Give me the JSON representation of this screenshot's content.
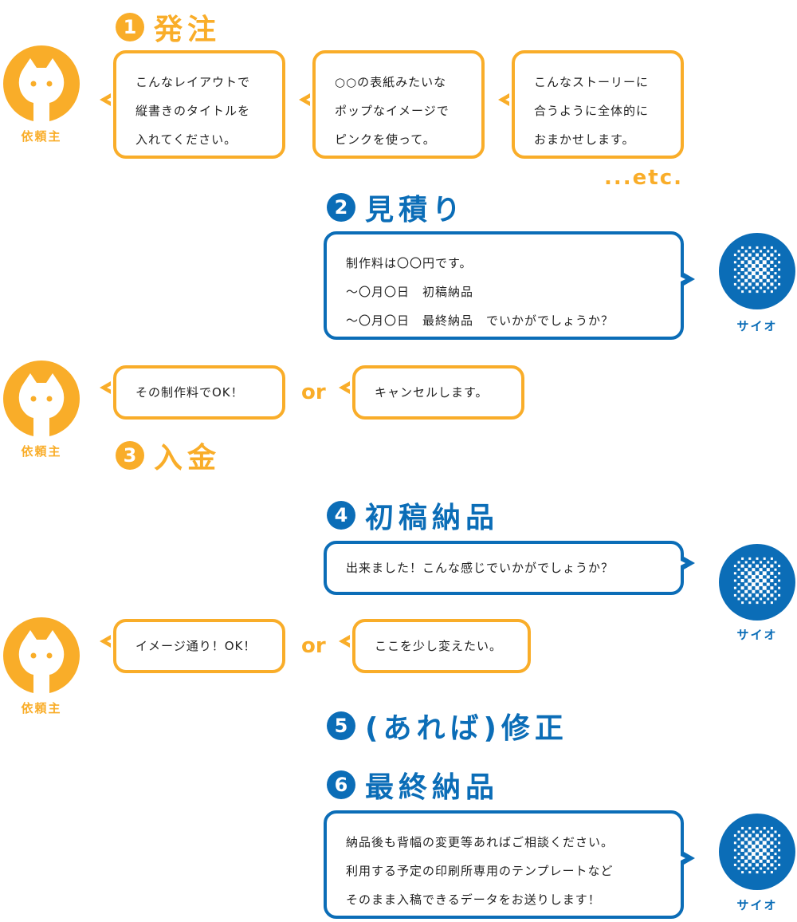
{
  "colors": {
    "client": "#f9ad29",
    "creator": "#0b6db7"
  },
  "labels": {
    "client": "依頼主",
    "creator": "サイオ",
    "or": "or",
    "etc": "...etc."
  },
  "steps": [
    {
      "num": "1",
      "title": "発注"
    },
    {
      "num": "2",
      "title": "見積り"
    },
    {
      "num": "3",
      "title": "入金"
    },
    {
      "num": "4",
      "title": "初稿納品"
    },
    {
      "num": "5",
      "title": "(あれば)修正"
    },
    {
      "num": "6",
      "title": "最終納品"
    }
  ],
  "order_bubbles": [
    "こんなレイアウトで\n縦書きのタイトルを\n入れてください。",
    "○○の表紙みたいな\nポップなイメージで\nピンクを使って。",
    "こんなストーリーに\n合うように全体的に\nおまかせします。"
  ],
  "estimate_bubble": "制作料は〇〇円です。\n～〇月〇日　初稿納品\n～〇月〇日　最終納品　でいかがでしょうか？",
  "reply1": {
    "accept": "その制作料でOK！",
    "cancel": "キャンセルします。"
  },
  "draft_bubble": "出来ました！こんな感じでいかがでしょうか？",
  "reply2": {
    "accept": "イメージ通り！OK！",
    "revise": "ここを少し変えたい。"
  },
  "final_bubble": "納品後も背幅の変更等あればご相談ください。\n利用する予定の印刷所専用のテンプレートなど\nそのまま入稿できるデータをお送りします！",
  "icons": {
    "client": "cat-face-icon",
    "creator": "dot-grid-logo-icon"
  }
}
